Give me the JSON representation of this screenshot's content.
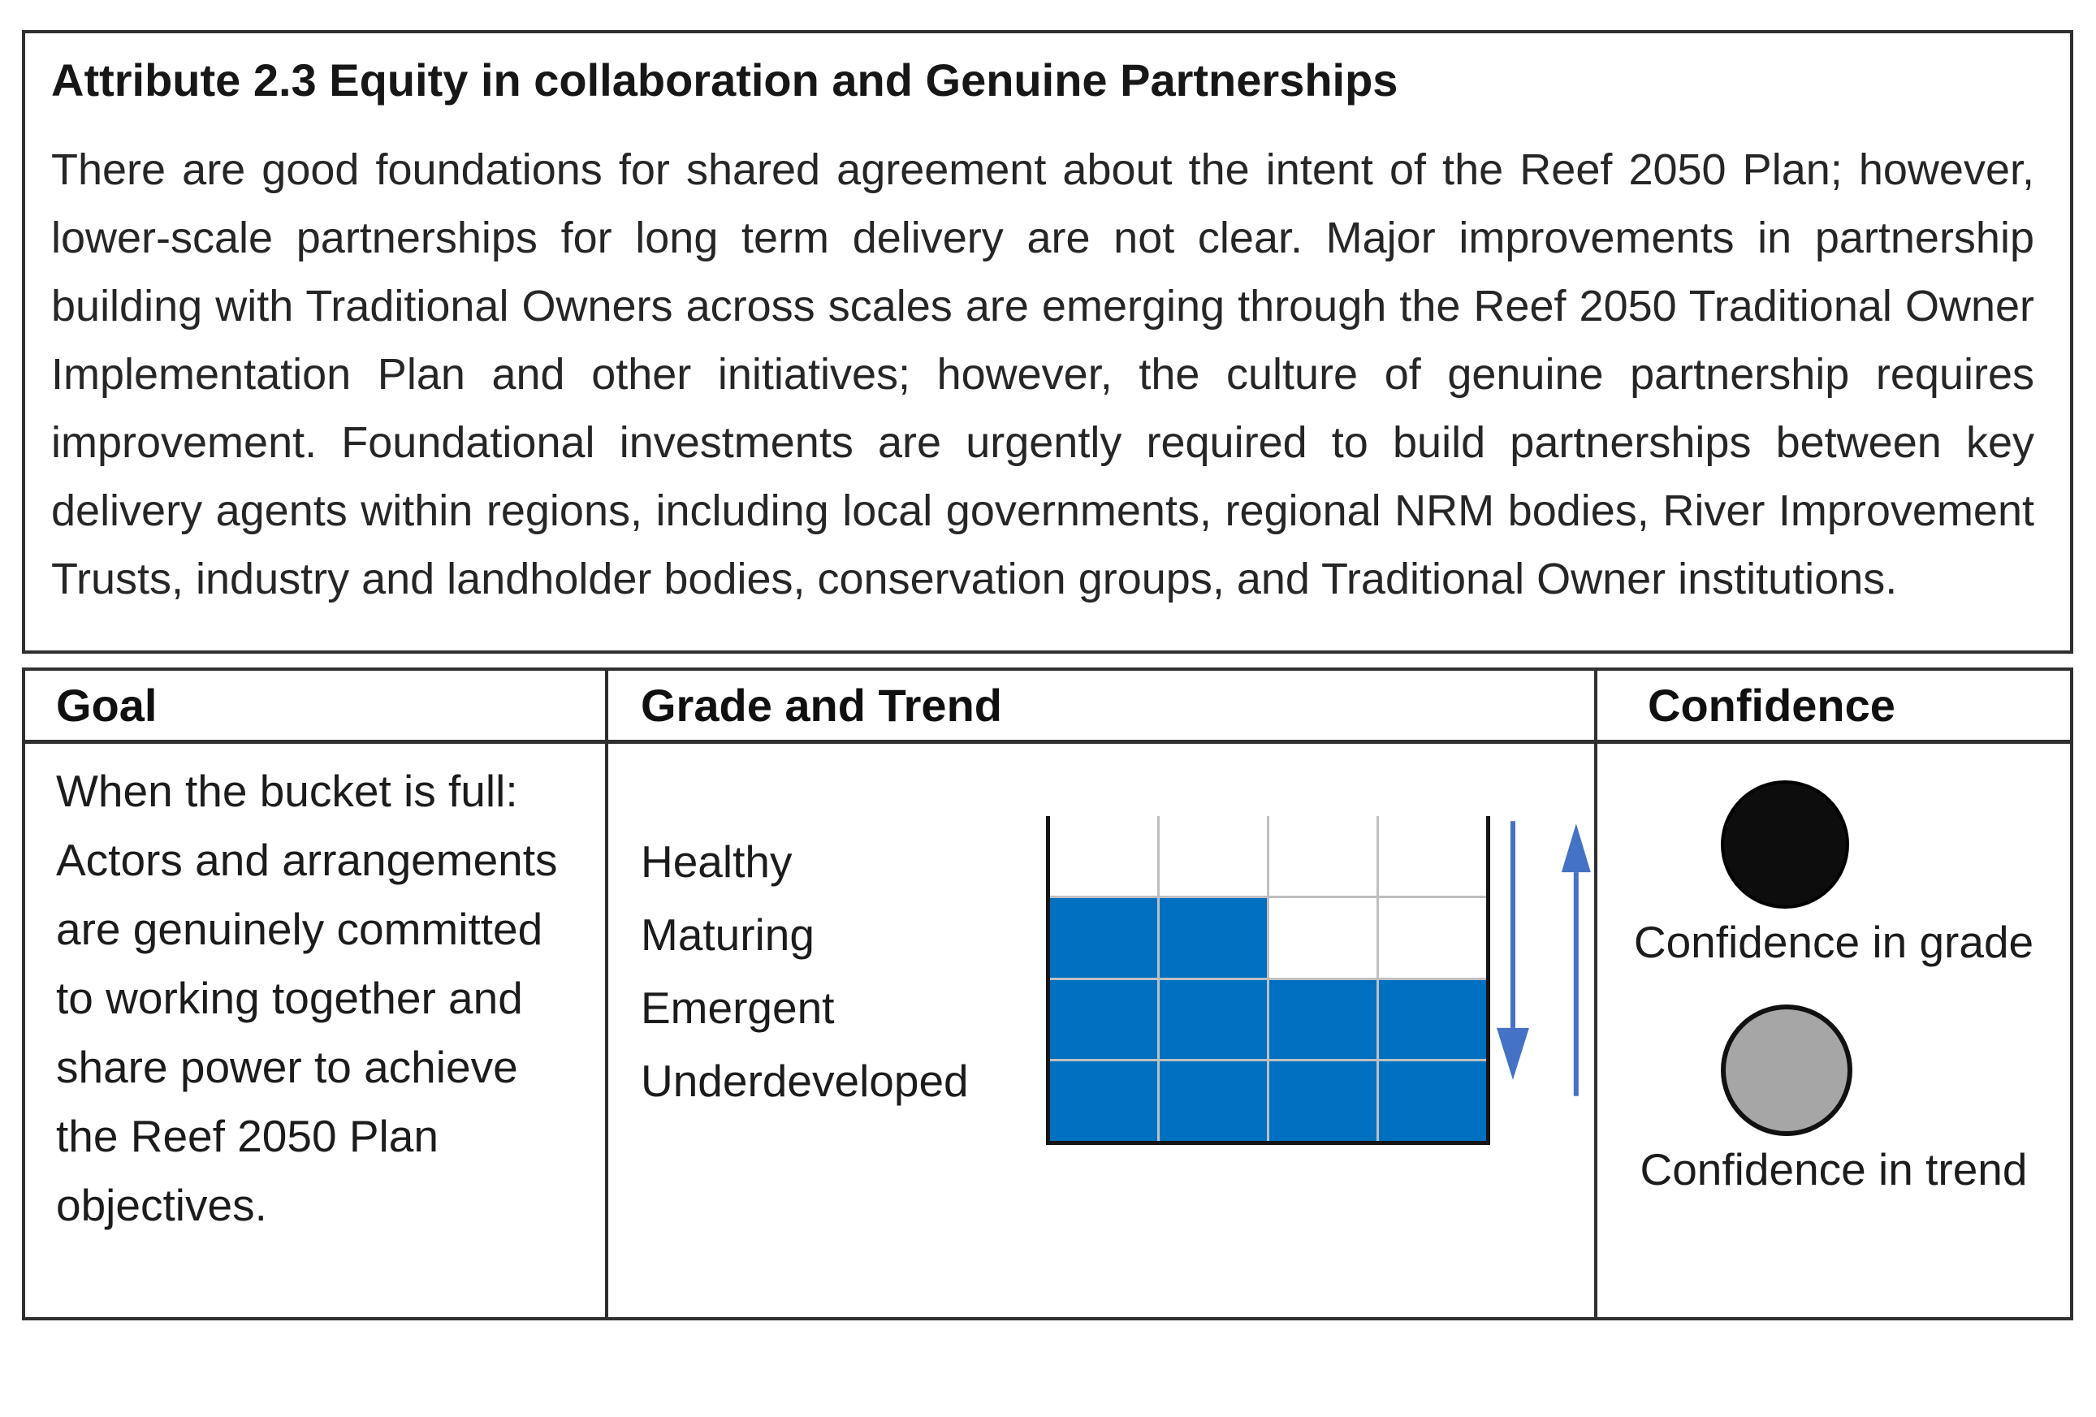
{
  "attribute": {
    "title": "Attribute 2.3 Equity in collaboration and Genuine Partnerships",
    "description": "There are good foundations for shared agreement about the intent of the Reef 2050 Plan; however, lower-scale partnerships for long term delivery are not clear. Major improvements in partnership building with Traditional Owners across scales are emerging through the Reef 2050 Traditional Owner Implementation Plan and other initiatives; however, the culture of genuine partnership requires improvement. Foundational investments are urgently required to build partnerships between key delivery agents within regions, including local governments, regional NRM bodies, River Improvement Trusts, industry and landholder bodies, conservation groups, and Traditional Owner institutions."
  },
  "table": {
    "headers": {
      "goal": "Goal",
      "grade_trend": "Grade and Trend",
      "confidence": "Confidence"
    },
    "goal": {
      "text": "When the bucket is full:\nActors and arrangements are genuinely committed to working together and share power to achieve the Reef 2050 Plan objectives."
    },
    "grade": {
      "levels": [
        "Healthy",
        "Maturing",
        "Emergent",
        "Underdeveloped"
      ],
      "bucket_fill": [
        [
          0,
          0,
          0,
          0
        ],
        [
          1,
          1,
          0,
          0
        ],
        [
          1,
          1,
          1,
          1
        ],
        [
          1,
          1,
          1,
          1
        ]
      ],
      "trend_arrows": [
        "down",
        "up"
      ]
    },
    "confidence": {
      "grade_label": "Confidence in grade",
      "trend_label": "Confidence in trend"
    }
  },
  "colors": {
    "bucket-fill": "#0070c0",
    "bucket-gridline": "#bfbfbf",
    "arrow-blue": "#4472c4",
    "circle-grade": "#0d0d0d",
    "circle-trend": "#a6a6a6"
  },
  "chart_data": {
    "type": "heatmap",
    "title": "Grade and Trend bucket chart",
    "rows": [
      "Healthy",
      "Maturing",
      "Emergent",
      "Underdeveloped"
    ],
    "columns": [
      1,
      2,
      3,
      4
    ],
    "filled": [
      [
        0,
        0,
        0,
        0
      ],
      [
        1,
        1,
        0,
        0
      ],
      [
        1,
        1,
        1,
        1
      ],
      [
        1,
        1,
        1,
        1
      ]
    ],
    "legend_position": "left",
    "annotations": [
      "downward trend arrow",
      "upward trend arrow"
    ]
  }
}
